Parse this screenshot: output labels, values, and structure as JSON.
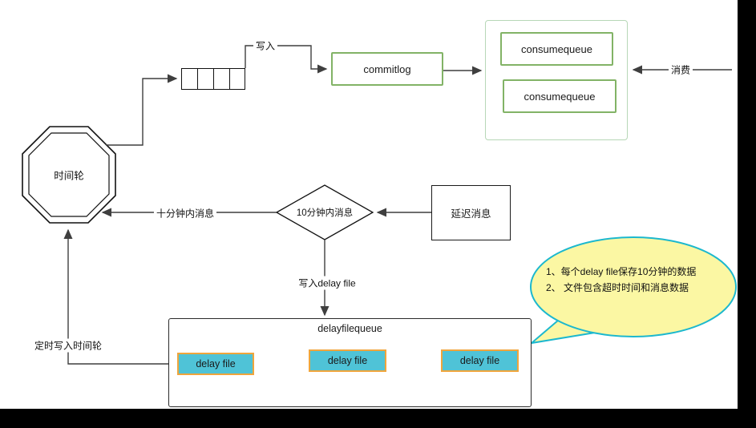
{
  "colors": {
    "surround": "#000000",
    "canvas": "#ffffff",
    "green_border": "#82B366",
    "arrow": "#3F3F3F",
    "delay_file_fill": "#4FC3D7",
    "delay_file_border": "#F0A53C",
    "bubble_fill": "#FBF7A3",
    "bubble_border": "#1CB8CE"
  },
  "nodes": {
    "commitlog": {
      "label": "commitlog"
    },
    "consumequeue1": {
      "label": "consumequeue"
    },
    "consumequeue2": {
      "label": "consumequeue"
    },
    "time_wheel": {
      "label": "时间轮"
    },
    "diamond": {
      "label": "10分钟内消息"
    },
    "delay_message": {
      "label": "延迟消息"
    },
    "delayfilequeue": {
      "title": "delayfilequeue"
    },
    "delay_files": [
      {
        "label": "delay file"
      },
      {
        "label": "delay file"
      },
      {
        "label": "delay file"
      }
    ]
  },
  "edge_labels": {
    "write": "写入",
    "consume": "消费",
    "within_ten_minutes": "十分钟内消息",
    "write_delay_file": "写入delay file",
    "timed_write_time_wheel": "定时写入时间轮"
  },
  "bubble": {
    "line1": "1、每个delay file保存10分钟的数据",
    "line2": "2、 文件包含超时时间和消息数据"
  }
}
